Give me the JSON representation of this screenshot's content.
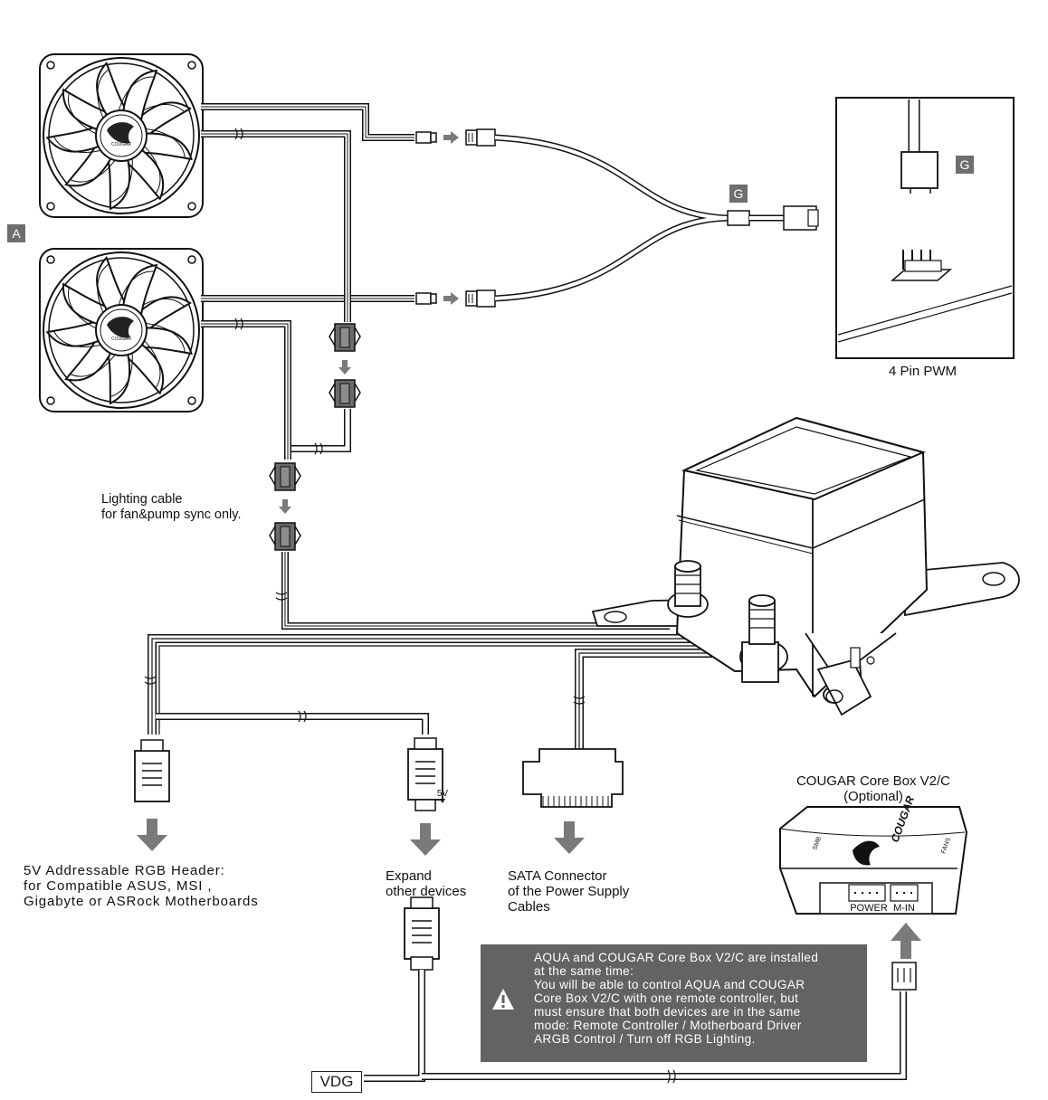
{
  "labels": {
    "fan_tag": "A",
    "splitter_tag": "G",
    "inset_tag": "G",
    "pwm_caption": "4 Pin PWM",
    "lighting_note": "Lighting cable\nfor fan&pump sync only.",
    "rgb_header": "5V Addressable RGB Header:\nfor Compatible ASUS, MSI ,\nGigabyte or ASRock Motherboards",
    "expand": "Expand\nother devices",
    "sata": "SATA Connector\nof the Power Supply\nCables",
    "corebox_title": "COUGAR Core Box V2/C\n(Optional)",
    "five_v": "5V",
    "port_power": "POWER",
    "port_min": "M-IN",
    "vdg": "VDG",
    "box_logo": "COUGAR",
    "box_left": "SMB",
    "box_right": "FANS"
  },
  "notice": {
    "text": "AQUA and COUGAR Core Box V2/C are installed\nat the same time:\nYou will be able to control AQUA and COUGAR\nCore Box V2/C with one remote controller, but\nmust ensure that both devices are in the same\nmode: Remote Controller / Motherboard Driver\nARGB Control / Turn off RGB Lighting."
  },
  "colors": {
    "tag_fill": "#6e6e6e",
    "notice_fill": "#636363",
    "arrow_fill": "#7a7a7a",
    "connector_fill": "#6a6a6a"
  },
  "icons": [
    "fan-icon",
    "warning-icon",
    "arrow-down-icon",
    "arrow-right-icon",
    "arrow-up-icon"
  ]
}
